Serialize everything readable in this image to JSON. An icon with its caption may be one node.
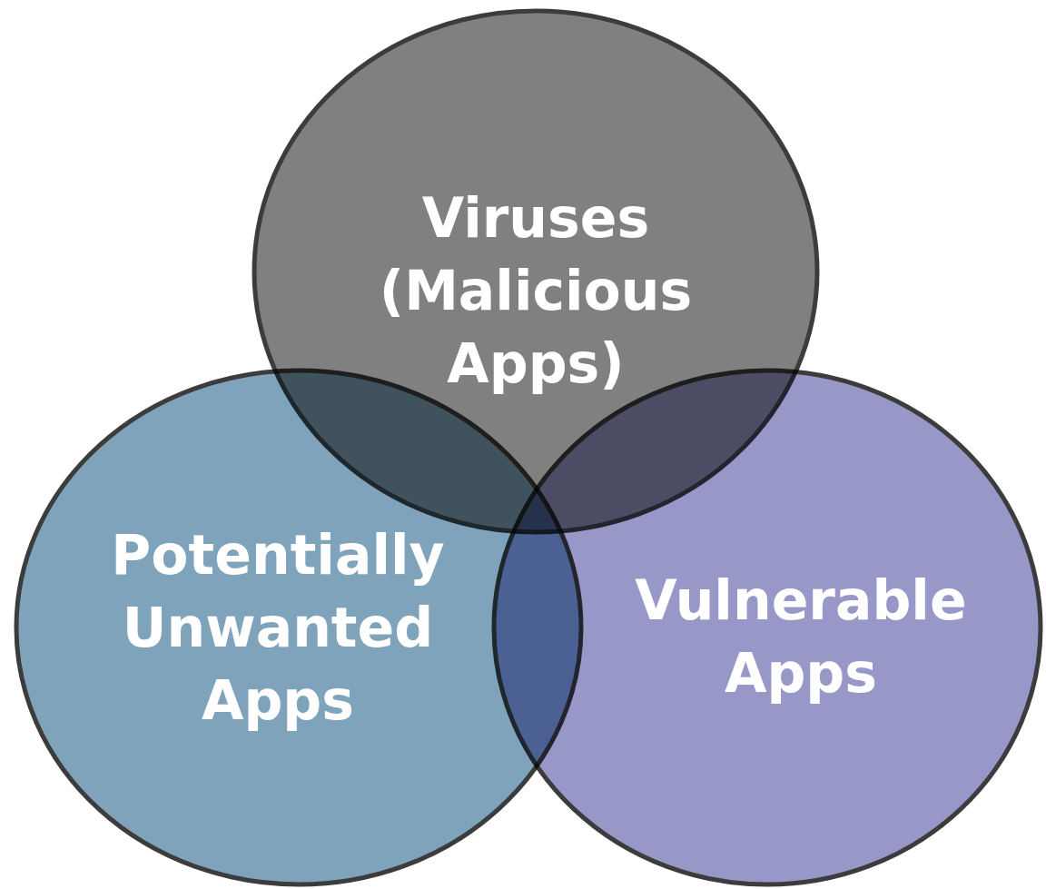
{
  "diagram": {
    "nodes": [
      {
        "text": [
          "Viruses (Malicious Apps)"
        ]
      },
      {
        "text": [
          "Potentially Unwanted Apps"
        ]
      },
      {
        "text": [
          "Vulnerable Apps"
        ]
      }
    ]
  }
}
